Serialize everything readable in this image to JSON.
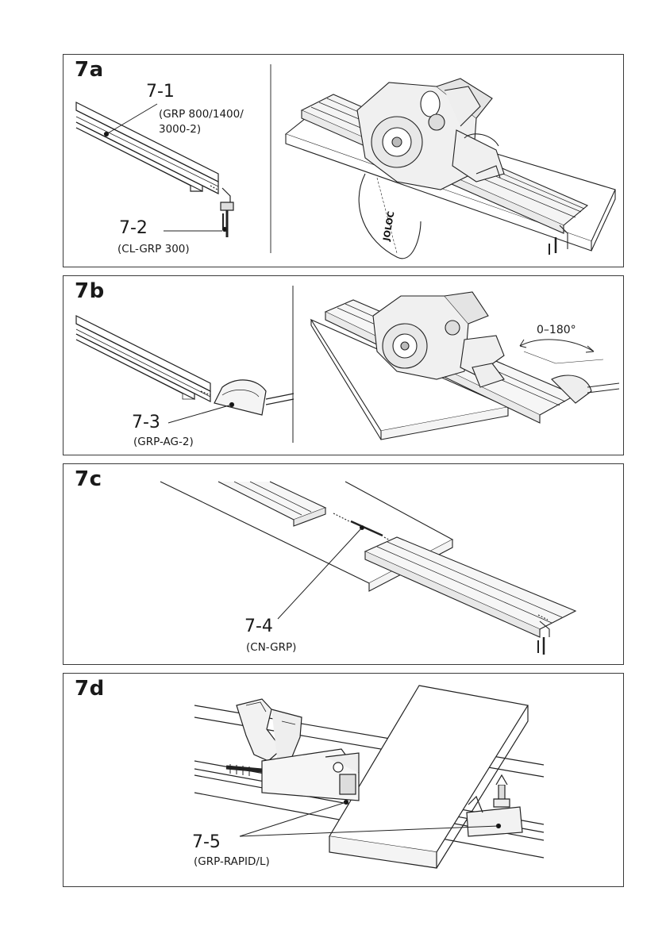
{
  "panels": {
    "a": {
      "label": "7a",
      "items": [
        {
          "number": "7-1",
          "desc_lines": [
            "(GRP 800/1400/",
            "3000-2)"
          ]
        },
        {
          "number": "7-2",
          "desc_lines": [
            "(CL-GRP 300)"
          ]
        }
      ]
    },
    "b": {
      "label": "7b",
      "items": [
        {
          "number": "7-3",
          "desc_lines": [
            "(GRP-AG-2)"
          ]
        }
      ],
      "angle_label": "0–180°"
    },
    "c": {
      "label": "7c",
      "items": [
        {
          "number": "7-4",
          "desc_lines": [
            "(CN-GRP)"
          ]
        }
      ]
    },
    "d": {
      "label": "7d",
      "items": [
        {
          "number": "7-5",
          "desc_lines": [
            "(GRP-RAPID/L)"
          ]
        }
      ]
    }
  },
  "saw_brand": "JOLOC"
}
